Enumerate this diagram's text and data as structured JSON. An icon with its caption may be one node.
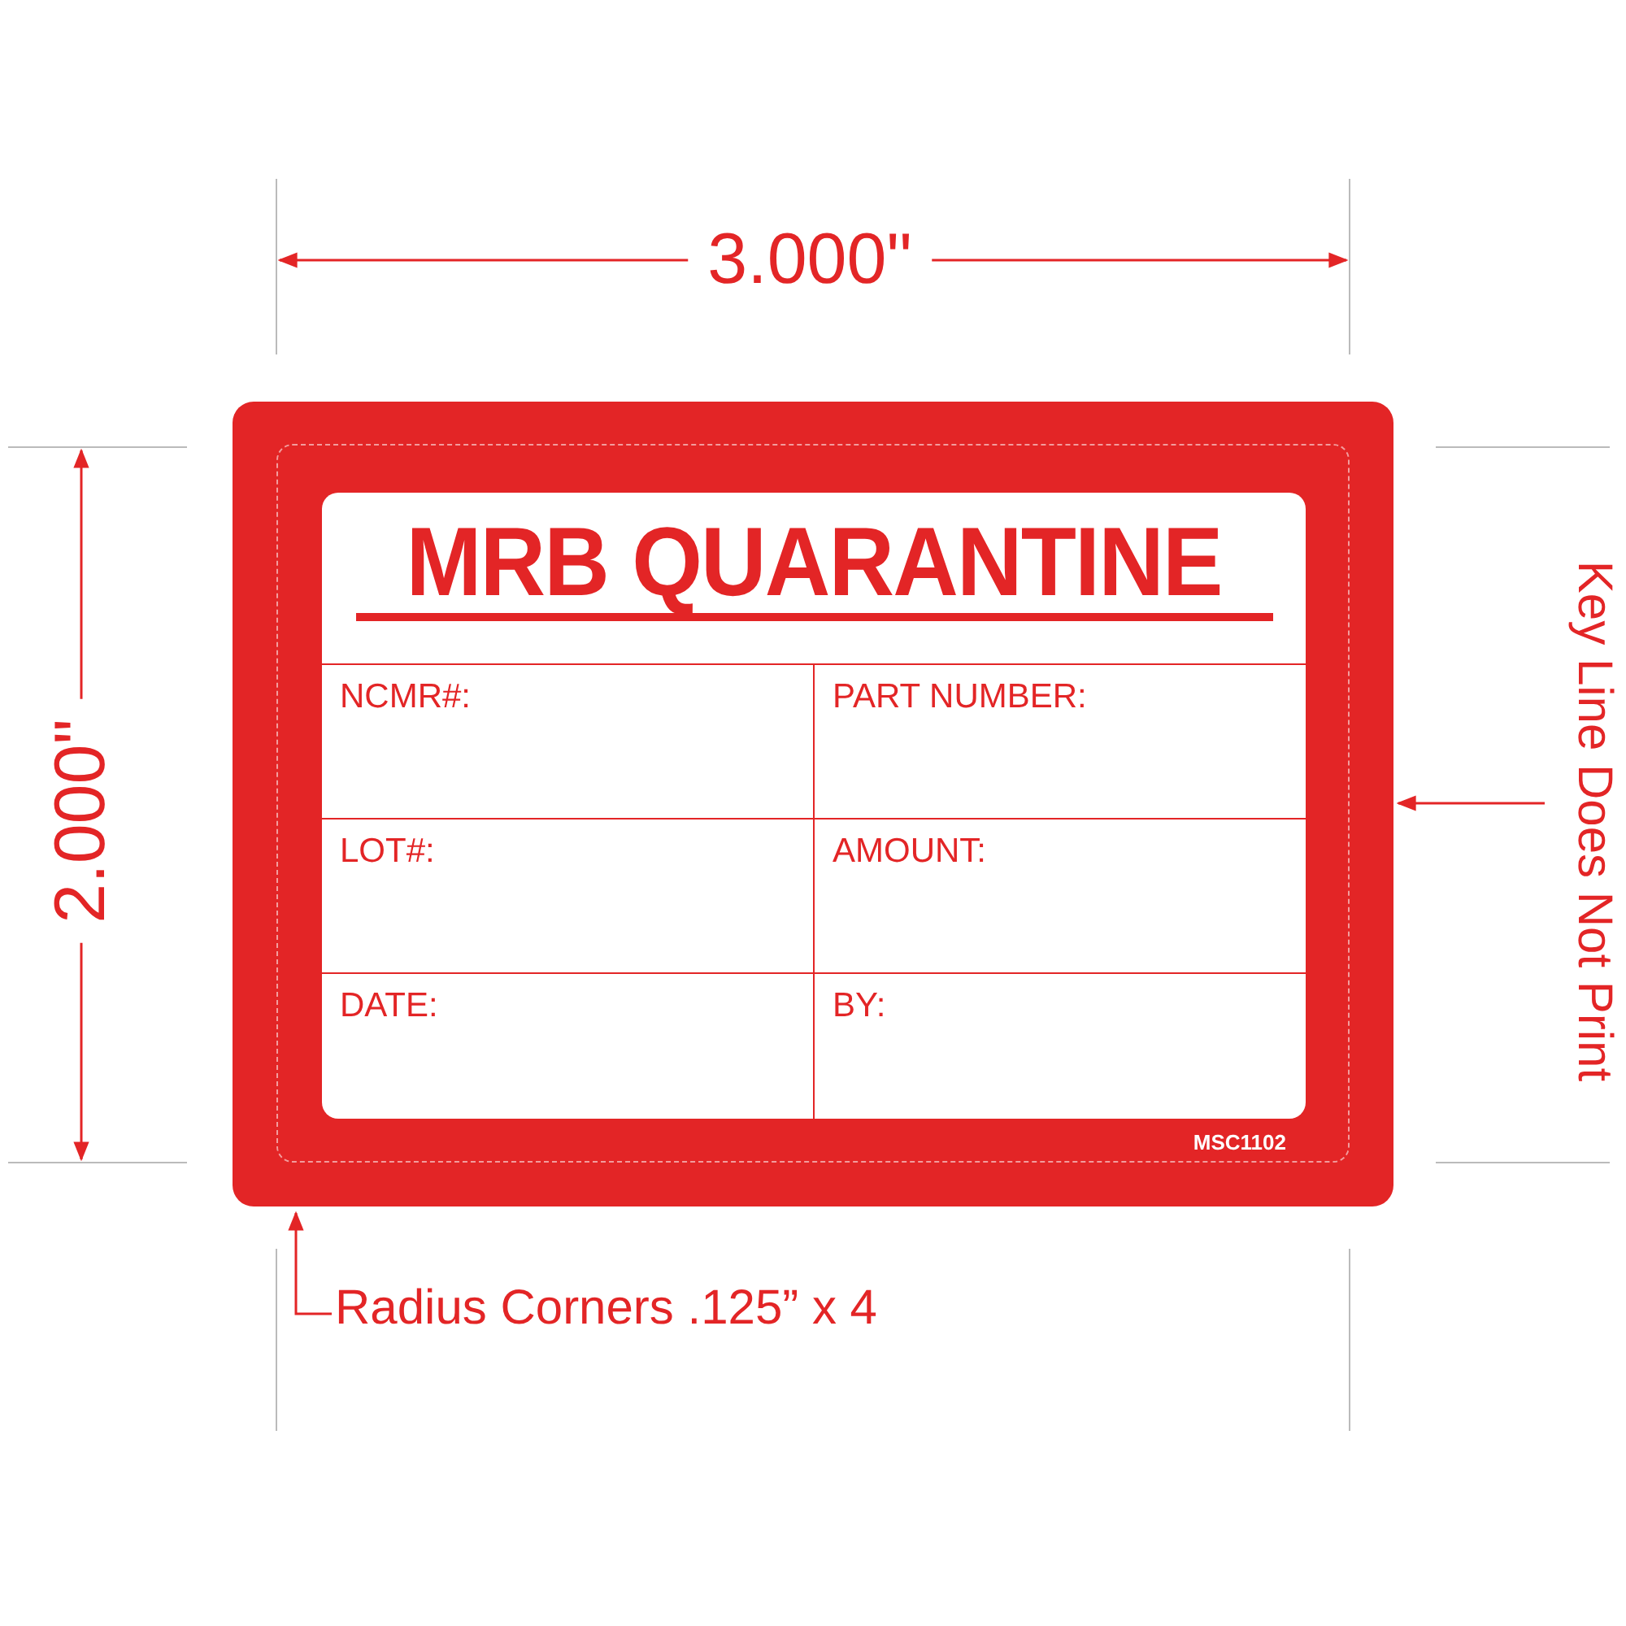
{
  "diagram": {
    "nodes": [
      {
        "text": [],
        "shape": "box"
      },
      {
        "text": [],
        "shape": "box",
        "in": 0
      },
      {
        "text": [
          "MRB QUARANTINE"
        ],
        "in": 1
      },
      {
        "text": [
          "NCMR#:"
        ],
        "in": 2
      },
      {
        "text": [
          "PART NUMBER:"
        ],
        "in": 2
      },
      {
        "text": [
          "LOT#:"
        ],
        "in": 2
      },
      {
        "text": [
          "AMOUNT:"
        ],
        "in": 2
      },
      {
        "text": [
          "DATE:"
        ],
        "in": 2
      },
      {
        "text": [
          "BY:"
        ],
        "in": 2
      },
      {
        "text": [
          "Key Line Does Not Print"
        ]
      },
      {
        "text": [
          "Radius Corners .125” x 4"
        ]
      }
    ],
    "edges": [
      {
        "from": 9,
        "to": 1,
        "arrow": "to"
      },
      {
        "from": 10,
        "to": 0,
        "arrow": "to"
      }
    ],
    "labels": [
      "3.000\"",
      "2.000\"",
      "MSC1102"
    ]
  }
}
